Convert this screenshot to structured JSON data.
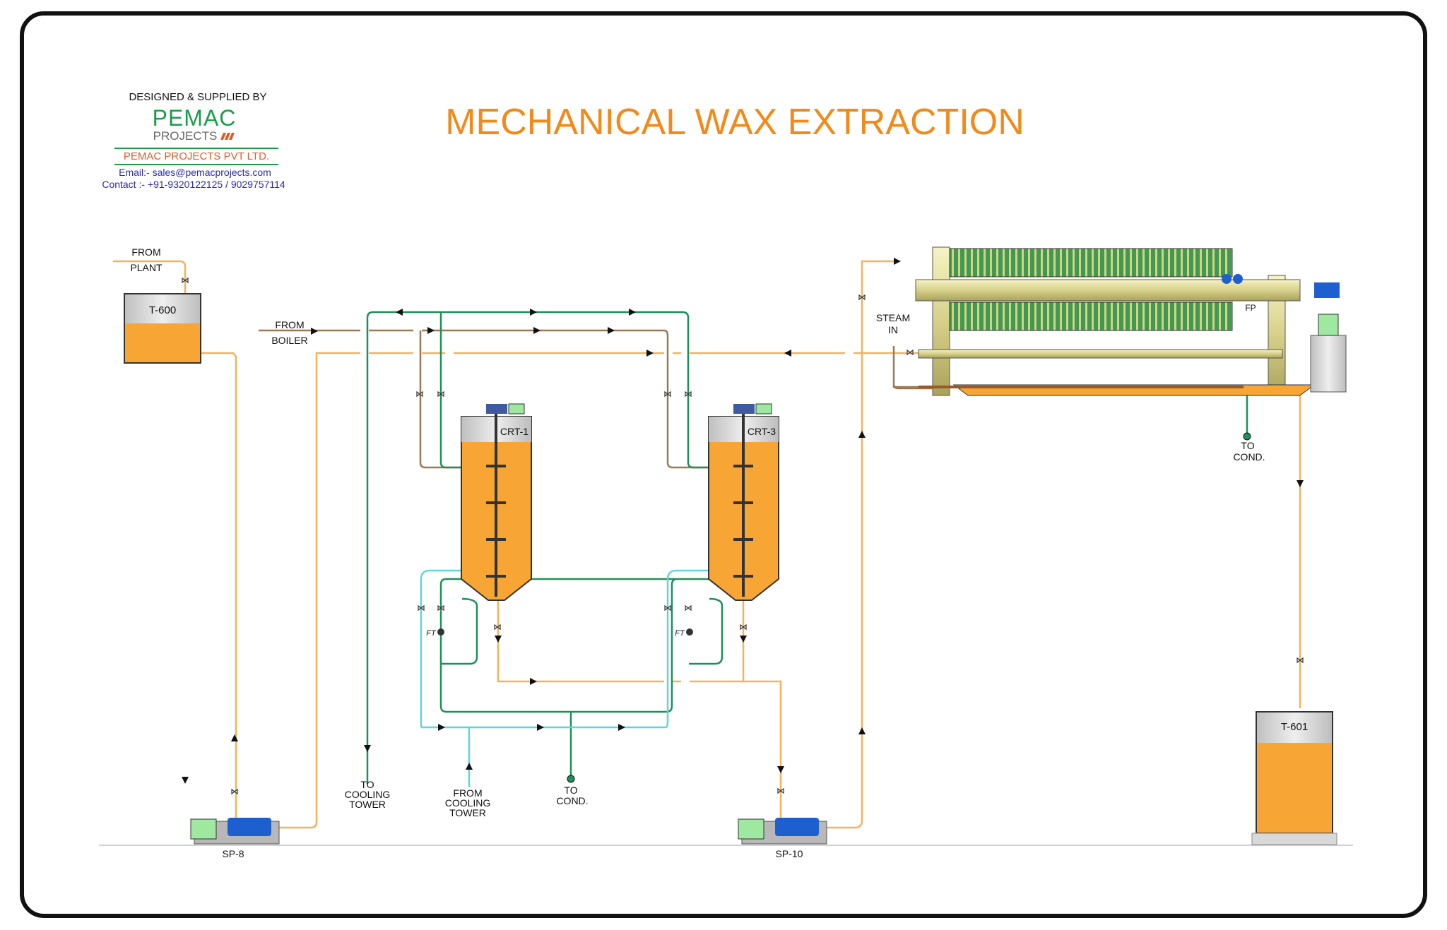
{
  "title": "MECHANICAL WAX EXTRACTION",
  "brand": {
    "designed_by": "DESIGNED & SUPPLIED BY",
    "logo_word": "PEMAC",
    "logo_sub": "PROJECTS",
    "company": "PEMAC PROJECTS PVT LTD.",
    "email": "Email:- sales@pemacprojects.com",
    "contact": "Contact :- +91-9320122125 / 9029757114"
  },
  "equipment": {
    "t600": "T-600",
    "t601": "T-601",
    "crt1": "CRT-1",
    "crt3": "CRT-3",
    "sp8": "SP-8",
    "sp10": "SP-10",
    "fp": "FP",
    "ft1": "FT",
    "ft2": "FT"
  },
  "flow_labels": {
    "from_plant_1": "FROM",
    "from_plant_2": "PLANT",
    "from_boiler_1": "FROM",
    "from_boiler_2": "BOILER",
    "steam_in_1": "STEAM",
    "steam_in_2": "IN",
    "to_cond_fp_1": "TO",
    "to_cond_fp_2": "COND.",
    "to_cooling_1": "TO",
    "to_cooling_2": "COOLING",
    "to_cooling_3": "TOWER",
    "from_cooling_1": "FROM",
    "from_cooling_2": "COOLING",
    "from_cooling_3": "TOWER",
    "to_cond_bottom_1": "TO",
    "to_cond_bottom_2": "COND."
  },
  "colors": {
    "title": "#f28a1a",
    "product_line": "#f5b25a",
    "liquid": "#f7a535",
    "cooling_green": "#1f8f5a",
    "cooling_cyan": "#5fd6dc",
    "steam_brown": "#9a7a55",
    "pump_blue": "#1e5fd0",
    "motor_green": "#9ee8a0",
    "brand_green": "#1e9a4a",
    "brand_red": "#e05a2a",
    "brand_blue": "#2a2ab0"
  }
}
